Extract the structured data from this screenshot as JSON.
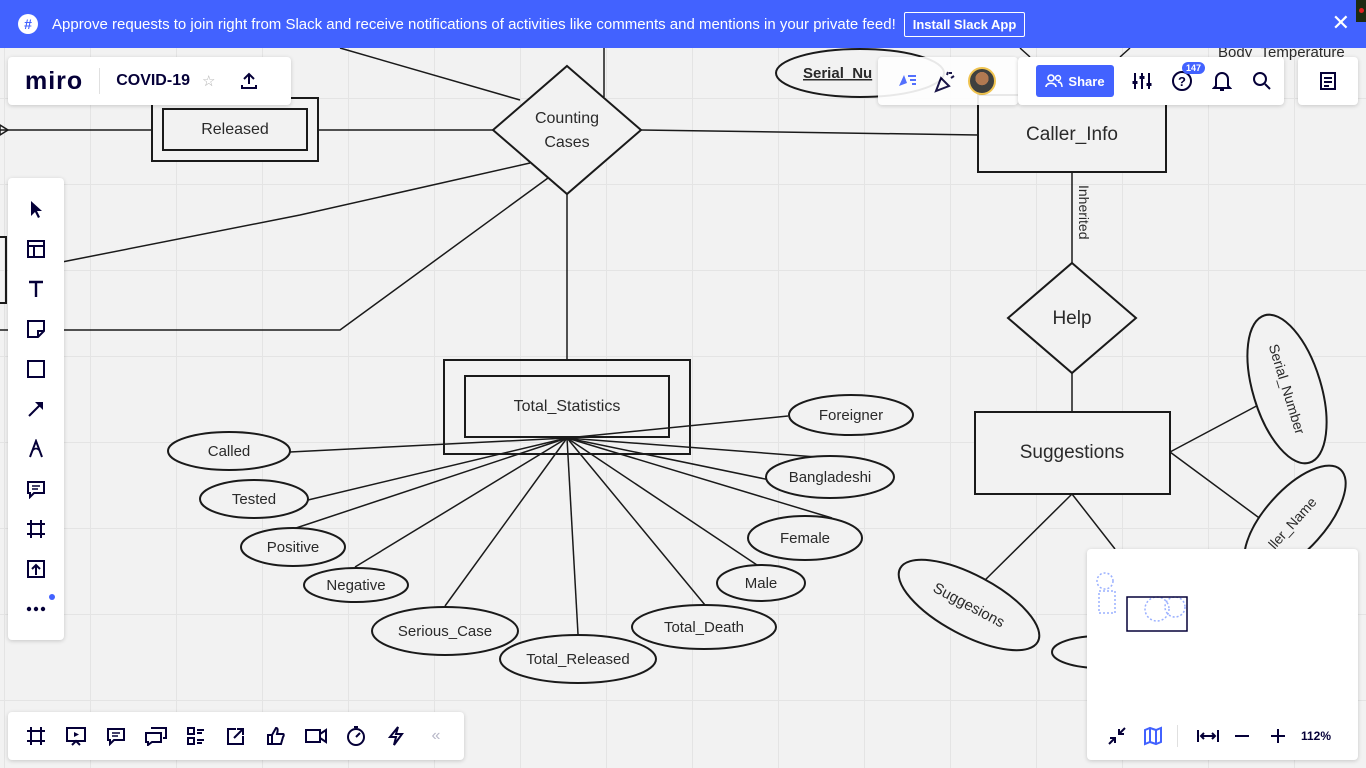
{
  "banner": {
    "message": "Approve requests to join right from Slack and receive notifications of activities like comments and mentions in your private feed!",
    "install_label": "Install Slack App",
    "close_icon": "close-icon",
    "slack_icon": "slack-icon",
    "color": "#4262ff"
  },
  "board": {
    "logo": "miro",
    "title": "COVID-19",
    "star_icon": "star-icon",
    "export_icon": "export-icon"
  },
  "topbar": {
    "share_label": "Share",
    "help_badge": "147",
    "icons": [
      "cursor-follow-icon",
      "celebrate-icon",
      "avatar",
      "settings-sliders-icon",
      "help-icon",
      "bell-icon",
      "search-icon",
      "notes-icon"
    ]
  },
  "toolbar": {
    "tools": [
      "select-icon",
      "templates-icon",
      "text-icon",
      "sticky-note-icon",
      "shape-icon",
      "connection-line-icon",
      "pen-icon",
      "comment-icon",
      "frame-icon",
      "upload-icon",
      "more-icon"
    ]
  },
  "bottom_toolbar": {
    "icons": [
      "frames-icon",
      "presentation-icon",
      "comments-icon",
      "video-chat-icon",
      "cards-icon",
      "share-screen-icon",
      "voting-icon",
      "video-icon",
      "timer-icon",
      "activity-icon",
      "collapse-icon"
    ]
  },
  "minimap": {
    "zoom": "112%",
    "icons": [
      "collapse-map-icon",
      "map-icon",
      "fit-width-icon",
      "zoom-out-icon",
      "zoom-in-icon"
    ]
  },
  "diagram": {
    "entities": {
      "released": "Released",
      "total_statistics": "Total_Statistics",
      "caller_info": "Caller_Info",
      "suggestions": "Suggestions"
    },
    "relationships": {
      "counting_cases_1": "Counting",
      "counting_cases_2": "Cases",
      "help": "Help"
    },
    "attributes": {
      "called": "Called",
      "tested": "Tested",
      "positive": "Positive",
      "negative": "Negative",
      "serious_case": "Serious_Case",
      "total_released": "Total_Released",
      "total_death": "Total_Death",
      "male": "Male",
      "female": "Female",
      "bangladeshi": "Bangladeshi",
      "foreigner": "Foreigner",
      "serial_number_top": "Serial_Nu",
      "body_temperature": "Body_Temperature",
      "serial_number": "Serial_Number",
      "caller_name": "ller_Name",
      "suggesions": "Suggesions"
    },
    "edge_labels": {
      "inherited": "Inherited"
    }
  }
}
